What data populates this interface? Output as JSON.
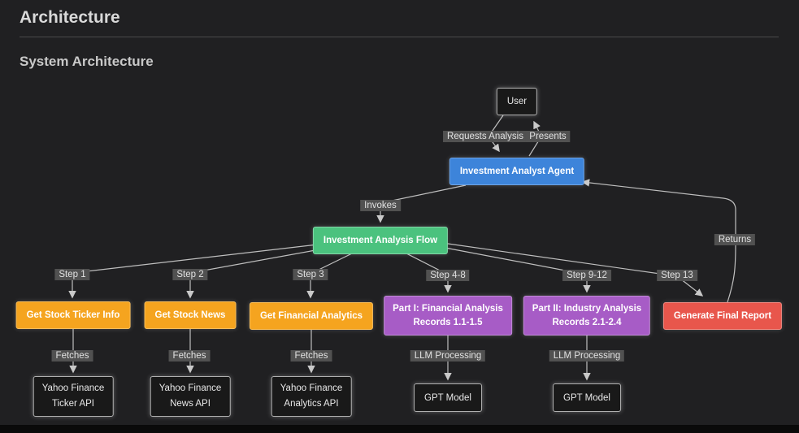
{
  "page": {
    "title": "Architecture",
    "section_heading": "System Architecture"
  },
  "diagram": {
    "type": "flowchart",
    "nodes": {
      "user": {
        "label": "User",
        "style": "default"
      },
      "agent": {
        "label": "Investment Analyst Agent",
        "style": "blue"
      },
      "flow": {
        "label": "Investment Analysis Flow",
        "style": "green"
      },
      "get_ticker": {
        "label": "Get Stock Ticker Info",
        "style": "orange"
      },
      "get_news": {
        "label": "Get Stock News",
        "style": "orange"
      },
      "get_analytics": {
        "label": "Get Financial Analytics",
        "style": "orange"
      },
      "part1": {
        "line1": "Part I: Financial Analysis",
        "line2": "Records 1.1-1.5",
        "style": "purple"
      },
      "part2": {
        "line1": "Part II: Industry Analysis",
        "line2": "Records 2.1-2.4",
        "style": "purple"
      },
      "report": {
        "label": "Generate Final Report",
        "style": "red"
      },
      "yahoo_ticker": {
        "line1": "Yahoo Finance",
        "line2": "Ticker API",
        "style": "default"
      },
      "yahoo_news": {
        "line1": "Yahoo Finance",
        "line2": "News API",
        "style": "default"
      },
      "yahoo_analytics": {
        "line1": "Yahoo Finance",
        "line2": "Analytics API",
        "style": "default"
      },
      "gpt1": {
        "label": "GPT Model",
        "style": "default"
      },
      "gpt2": {
        "label": "GPT Model",
        "style": "default"
      }
    },
    "edge_labels": {
      "requests": "Requests Analysis",
      "presents": "Presents",
      "invokes": "Invokes",
      "step1": "Step 1",
      "step2": "Step 2",
      "step3": "Step 3",
      "step48": "Step 4-8",
      "step912": "Step 9-12",
      "step13": "Step 13",
      "fetches1": "Fetches",
      "fetches2": "Fetches",
      "fetches3": "Fetches",
      "llm1": "LLM Processing",
      "llm2": "LLM Processing",
      "returns": "Returns"
    },
    "colors": {
      "background": "#202022",
      "node_blue": "#3d84da",
      "node_green": "#4bc27e",
      "node_orange": "#f5a41f",
      "node_purple": "#a75cc6",
      "node_red": "#e8564c",
      "default_node_fill": "#191919",
      "edge_label_bg": "#515151",
      "edge_stroke": "#bfbfbf"
    }
  }
}
